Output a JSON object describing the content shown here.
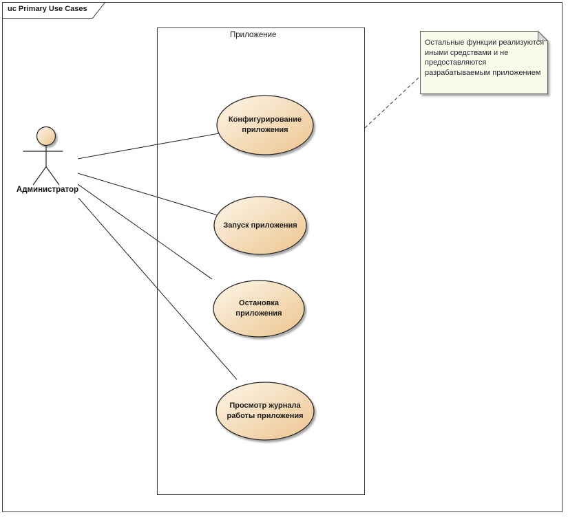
{
  "frame": {
    "title": "uc Primary Use Cases"
  },
  "system_boundary": {
    "label": "Приложение"
  },
  "actor": {
    "label": "Администратор"
  },
  "use_cases": [
    {
      "label": "Конфигурирование приложения",
      "lines": [
        "Конфигурирование",
        "приложения"
      ]
    },
    {
      "label": "Запуск приложения",
      "lines": [
        "Запуск приложения"
      ]
    },
    {
      "label": "Остановка приложения",
      "lines": [
        "Остановка",
        "приложения"
      ]
    },
    {
      "label": "Просмотр журнала работы приложения",
      "lines": [
        "Просмотр журнала",
        "работы приложения"
      ]
    }
  ],
  "note": {
    "text": "Остальные функции реализуются иными средствами и не предоставляются разрабатываемым приложением",
    "lines": [
      "Остальные функции реализуются",
      "иными средствами и не",
      "предоставляются",
      "разрабатываемым приложением"
    ]
  },
  "connections": [
    {
      "from": "actor",
      "to": "use-case-1",
      "type": "association"
    },
    {
      "from": "actor",
      "to": "use-case-2",
      "type": "association"
    },
    {
      "from": "actor",
      "to": "use-case-3",
      "type": "association"
    },
    {
      "from": "actor",
      "to": "use-case-4",
      "type": "association"
    },
    {
      "from": "note",
      "to": "system-boundary",
      "type": "note-link-dashed"
    }
  ],
  "colors": {
    "use_case_fill_light": "#FCF6E8",
    "use_case_fill_dark": "#EDC48F",
    "note_fill": "#FBFBEC",
    "border": "#2d2d2d",
    "shadow": "#9a9a9a"
  }
}
